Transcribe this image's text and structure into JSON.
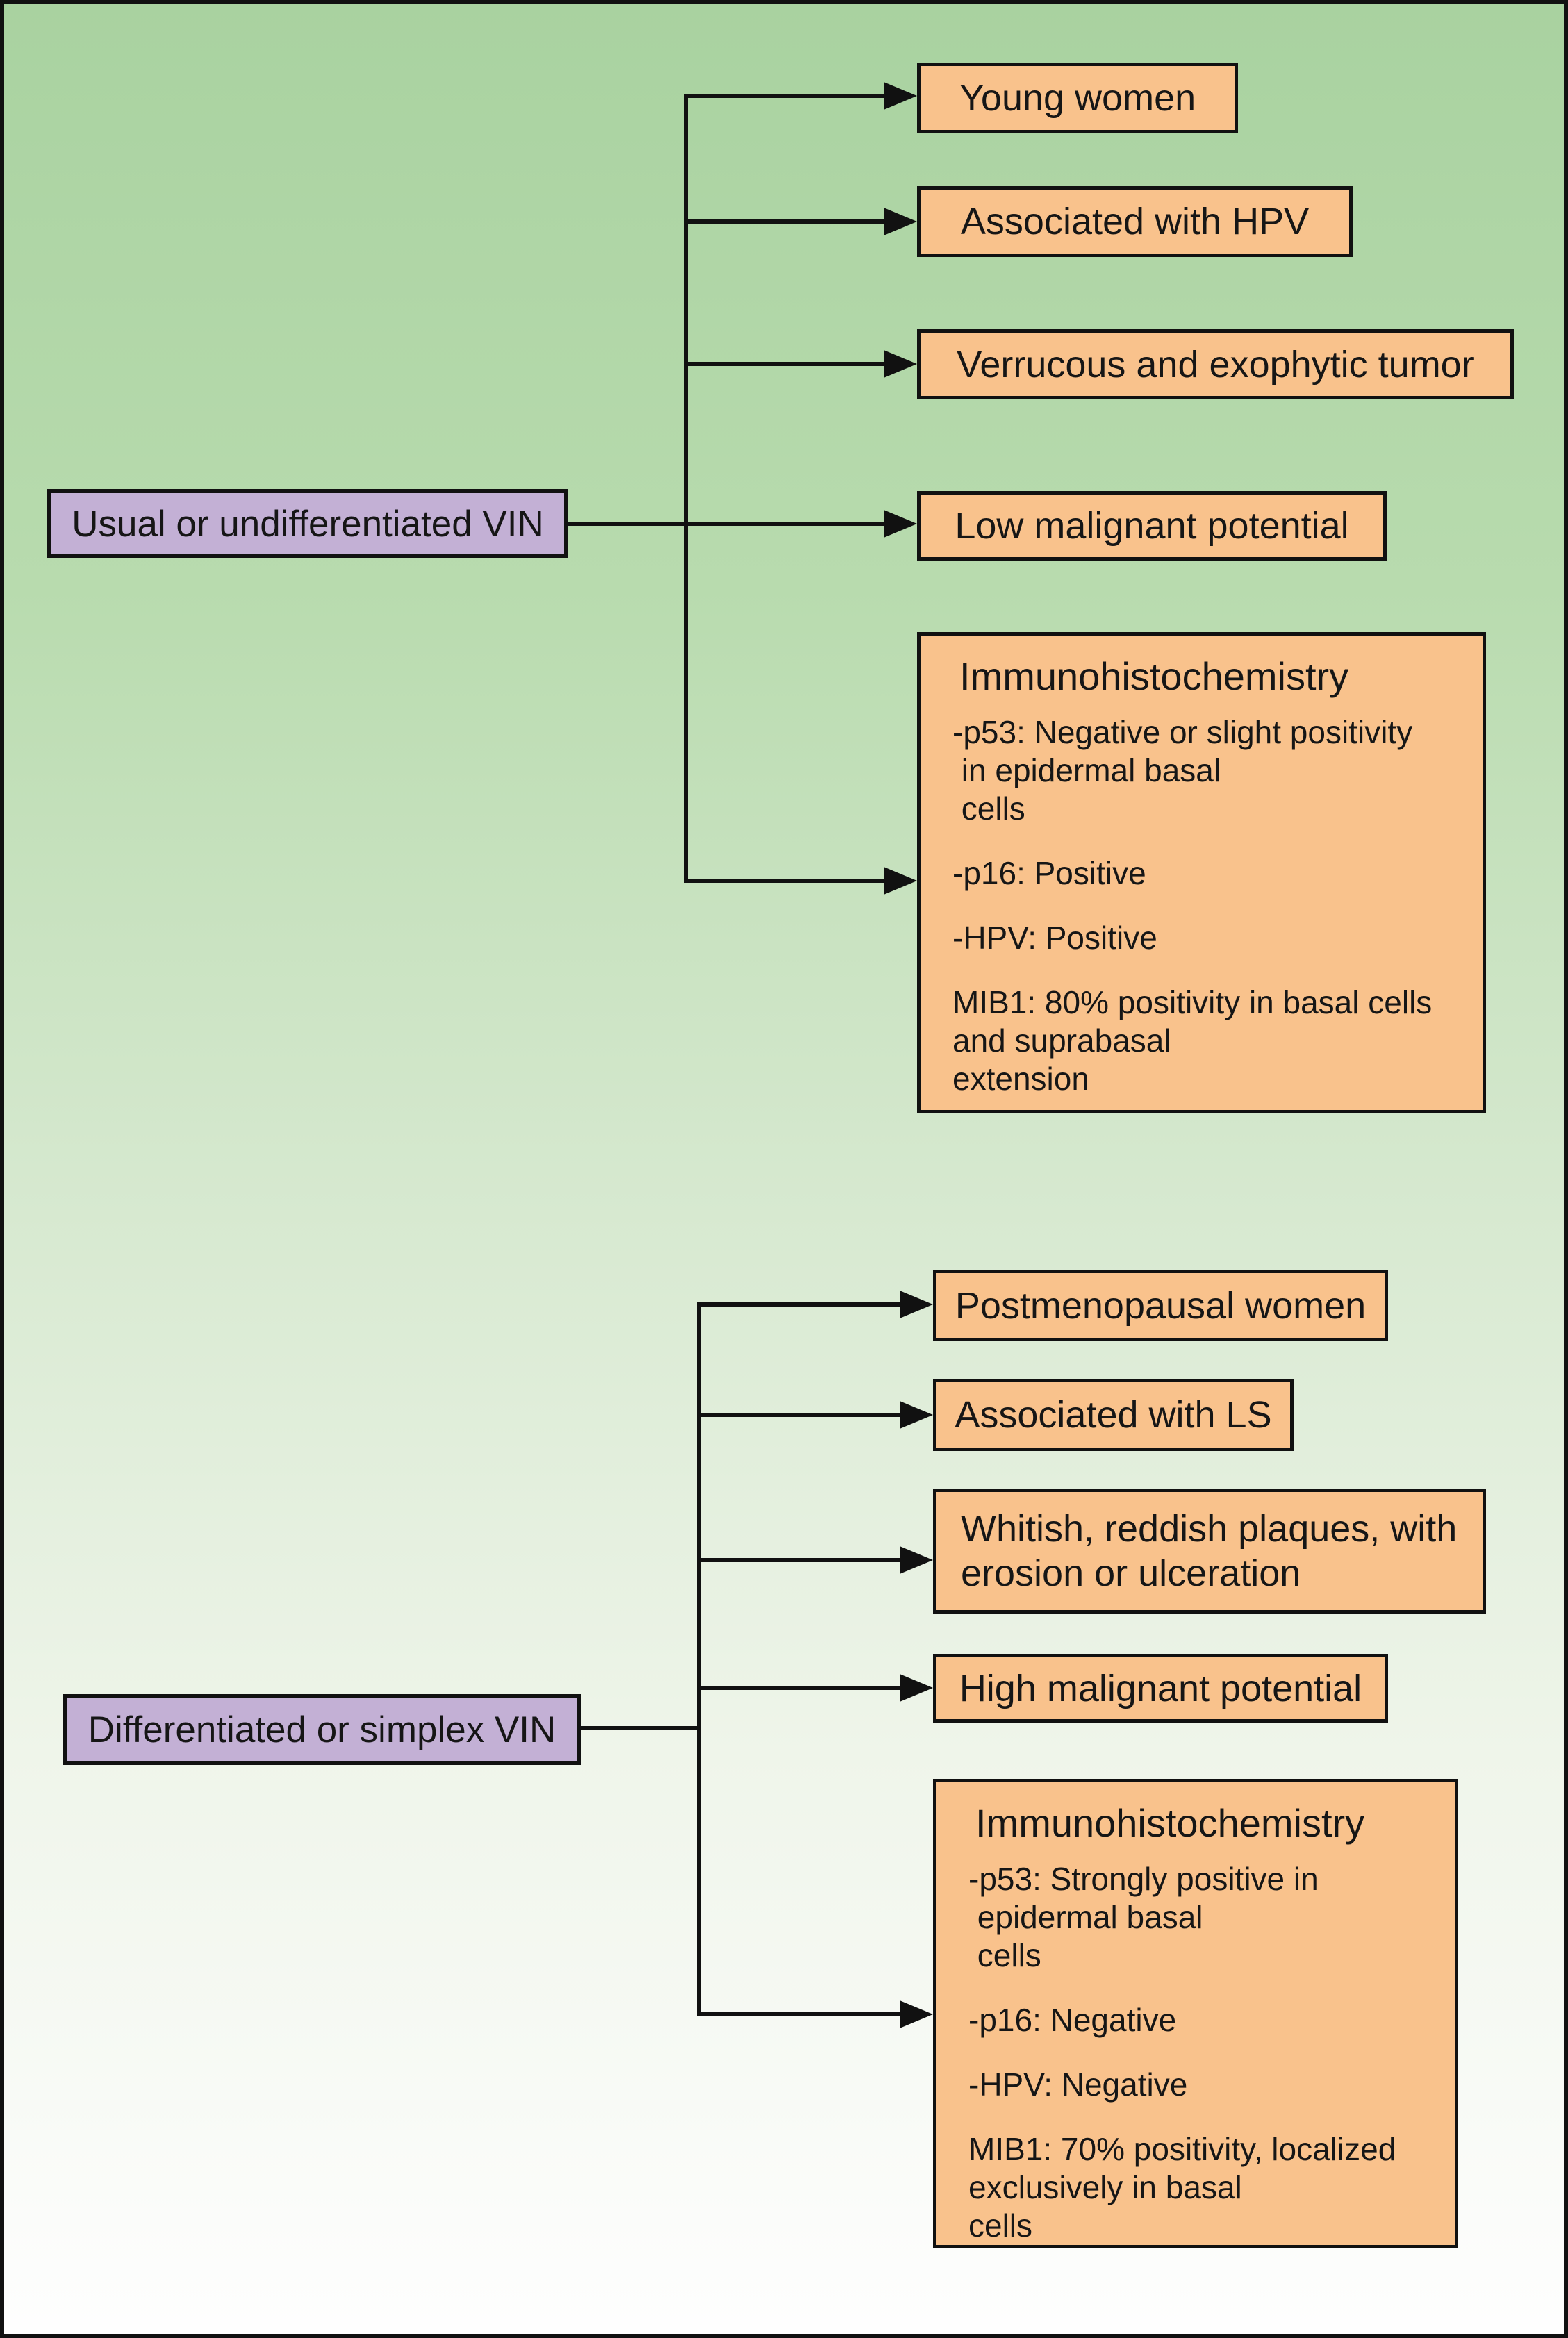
{
  "colors": {
    "line_ink": "#111111",
    "box_orange": "#f9c28c",
    "box_purple": "#c3b0d5",
    "background_top": "#a9d2a0",
    "background_mid": "#d5e8ce",
    "background_bottom": "#fefefe"
  },
  "top_section": {
    "parent_label": "Usual or undifferentiated VIN",
    "branches": {
      "young_women": "Young women",
      "hpv": "Associated with HPV",
      "verrucous": "Verrucous and exophytic tumor",
      "low_malignant": "Low malignant potential"
    },
    "immuno": {
      "title": "Immunohistochemistry",
      "p53_1": "-p53: Negative or slight positivity",
      "p53_2": " in epidermal basal",
      "p53_3": " cells",
      "p16": "-p16: Positive",
      "hpv": "-HPV: Positive",
      "mib1_1": "MIB1: 80% positivity in basal cells",
      "mib1_2": "and suprabasal",
      "mib1_3": "extension"
    }
  },
  "bottom_section": {
    "parent_label": "Differentiated or simplex VIN",
    "branches": {
      "postmenopausal": "Postmenopausal women",
      "ls": "Associated with LS",
      "whitish_1": "Whitish, reddish plaques, with",
      "whitish_2": "erosion or ulceration",
      "high_malignant": "High malignant potential"
    },
    "immuno": {
      "title": "Immunohistochemistry",
      "p53_1": "-p53: Strongly positive in",
      "p53_2": " epidermal basal",
      "p53_3": " cells",
      "p16": "-p16: Negative",
      "hpv": "-HPV: Negative",
      "mib1_1": "MIB1: 70% positivity, localized",
      "mib1_2": "exclusively in basal",
      "mib1_3": "cells"
    }
  }
}
